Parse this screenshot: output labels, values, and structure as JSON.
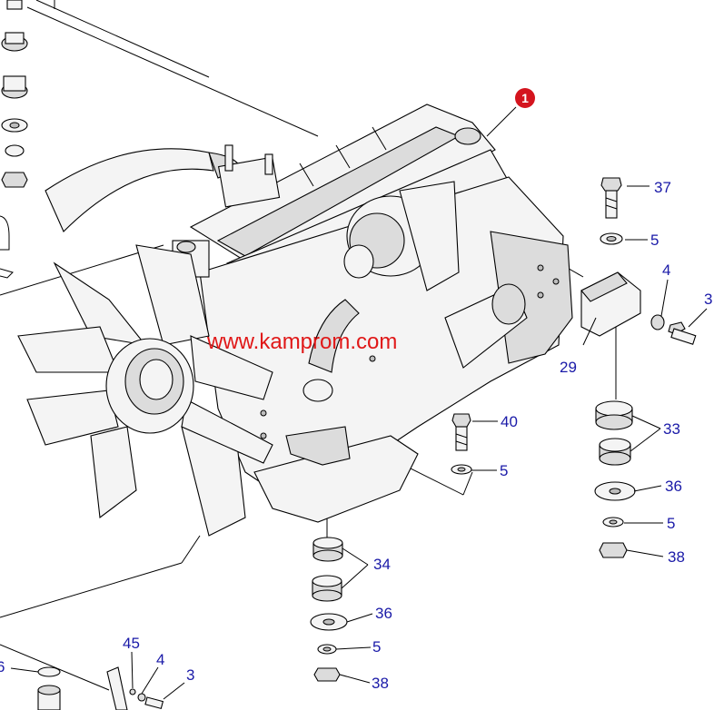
{
  "watermark": "www.kamprom.com",
  "badge": "1",
  "callouts": {
    "c37": "37",
    "c5a": "5",
    "c4a": "4",
    "c3a": "3",
    "c29": "29",
    "c33": "33",
    "c36a": "36",
    "c5b": "5",
    "c38a": "38",
    "c40": "40",
    "c5c": "5",
    "c34": "34",
    "c36b": "36",
    "c5d": "5",
    "c38b": "38",
    "c45": "45",
    "c4b": "4",
    "c3b": "3",
    "c6": "6"
  },
  "colors": {
    "callout_text": "#1a1aa8",
    "watermark": "#e01818",
    "badge": "#d4141e"
  }
}
